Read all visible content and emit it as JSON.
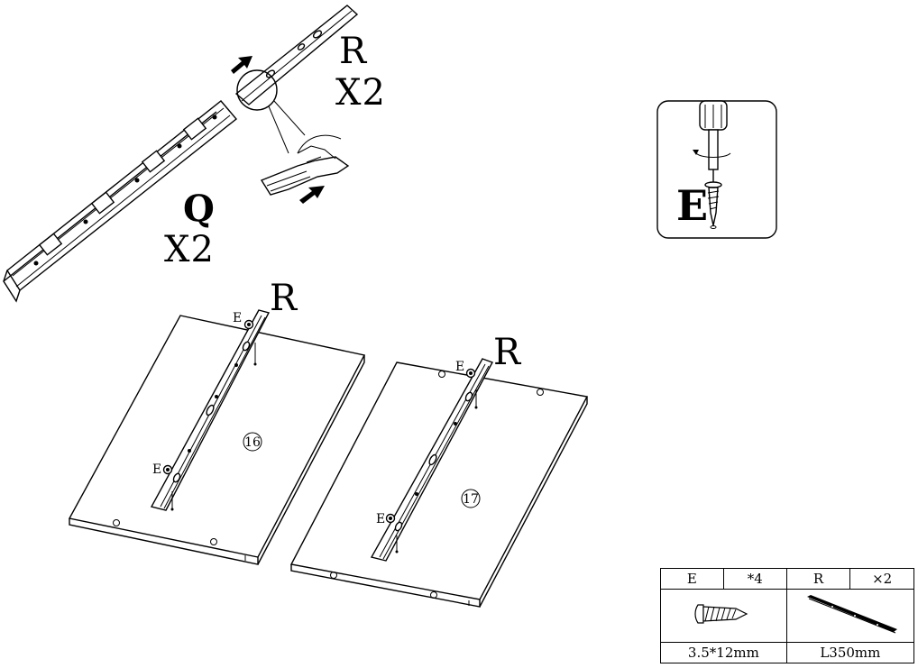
{
  "slides": {
    "inner_label": "R",
    "inner_qty": "X2",
    "outer_label": "Q",
    "outer_qty": "X2"
  },
  "tool": {
    "screw_label": "E",
    "icon": "screwdriver-icon"
  },
  "panels": [
    {
      "number": "16",
      "rail_label": "R",
      "screw_top": "E",
      "screw_bottom": "E"
    },
    {
      "number": "17",
      "rail_label": "R",
      "screw_top": "E",
      "screw_bottom": "E"
    }
  ],
  "parts_table": {
    "screw": {
      "code": "E",
      "qty": "*4",
      "size": "3.5*12mm",
      "icon": "screw-icon"
    },
    "rail": {
      "code": "R",
      "qty": "×2",
      "size": "L350mm",
      "icon": "rail-icon"
    }
  }
}
